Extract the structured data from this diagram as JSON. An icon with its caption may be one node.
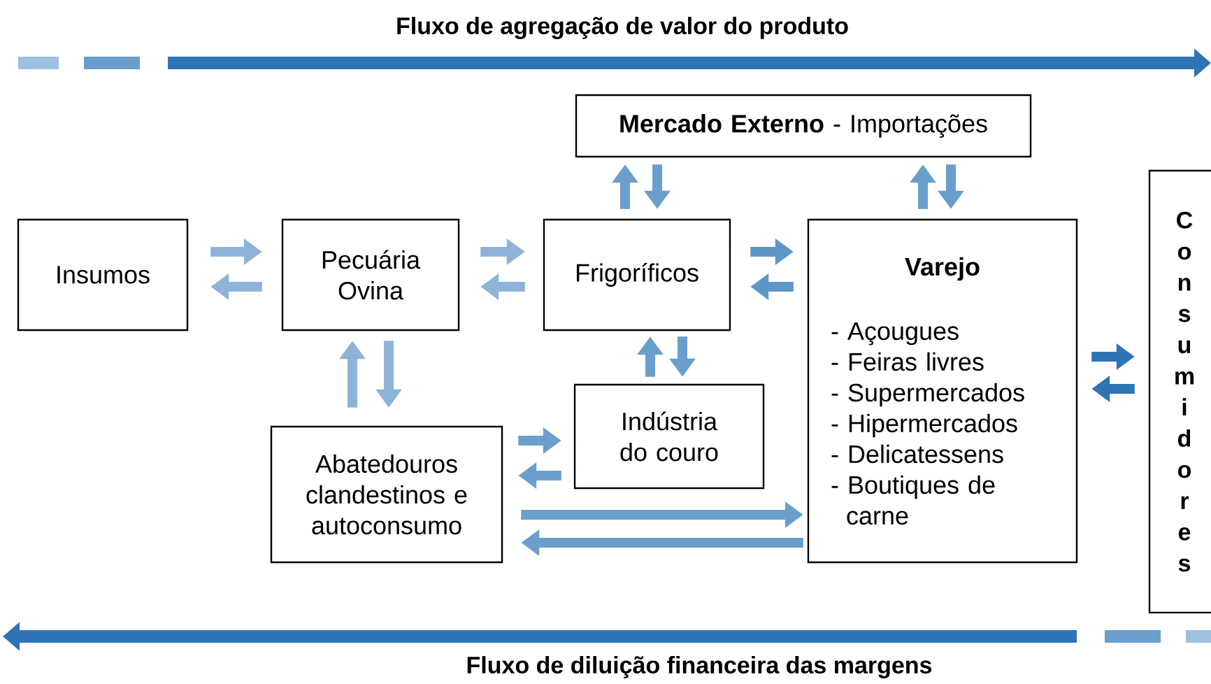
{
  "diagram": {
    "nodes": [
      {
        "text": [
          "**Mercado Externo** - Importações"
        ]
      },
      {
        "text": [
          "Insumos"
        ]
      },
      {
        "text": [
          "Pecuária Ovina"
        ]
      },
      {
        "text": [
          "Frigoríficos"
        ]
      },
      {
        "text": [
          "Varejo",
          "- Açougues",
          "- Feiras livres",
          "- Supermercados",
          "- Hipermercados",
          "- Delicatessens",
          "- Boutiques de carne"
        ]
      },
      {
        "text": [
          "Indústria do couro"
        ]
      },
      {
        "text": [
          "Abatedouros clandestinos e autoconsumo"
        ]
      },
      {
        "text": [
          "Consumidores"
        ]
      }
    ],
    "edges": [
      {
        "from": 1,
        "to": 2,
        "arrow": "to",
        "color": "#8db4d8"
      },
      {
        "from": 2,
        "to": 1,
        "arrow": "to",
        "color": "#8db4d8"
      },
      {
        "from": 2,
        "to": 3,
        "arrow": "to",
        "color": "#8db4d8"
      },
      {
        "from": 3,
        "to": 2,
        "arrow": "to",
        "color": "#8db4d8"
      },
      {
        "from": 3,
        "to": 4,
        "arrow": "to",
        "color": "#5e96c8"
      },
      {
        "from": 4,
        "to": 3,
        "arrow": "to",
        "color": "#5e96c8"
      },
      {
        "from": 2,
        "to": 6,
        "arrow": "to",
        "color": "#8db4d8"
      },
      {
        "from": 6,
        "to": 2,
        "arrow": "to",
        "color": "#8db4d8"
      },
      {
        "from": 3,
        "to": 0,
        "arrow": "to",
        "color": "#6a9fcb"
      },
      {
        "from": 0,
        "to": 3,
        "arrow": "to",
        "color": "#6a9fcb"
      },
      {
        "from": 4,
        "to": 0,
        "arrow": "to",
        "color": "#6a9fcb"
      },
      {
        "from": 0,
        "to": 4,
        "arrow": "to",
        "color": "#6a9fcb"
      },
      {
        "from": 5,
        "to": 3,
        "arrow": "to",
        "color": "#6a9fcb"
      },
      {
        "from": 3,
        "to": 5,
        "arrow": "to",
        "color": "#6a9fcb"
      },
      {
        "from": 6,
        "to": 5,
        "arrow": "to",
        "color": "#6a9fcb"
      },
      {
        "from": 5,
        "to": 6,
        "arrow": "to",
        "color": "#6a9fcb"
      },
      {
        "from": 6,
        "to": 4,
        "arrow": "to",
        "color": "#6a9fcb"
      },
      {
        "from": 4,
        "to": 6,
        "arrow": "to",
        "color": "#6a9fcb"
      },
      {
        "from": 4,
        "to": 7,
        "arrow": "to",
        "color": "#2e75b6"
      },
      {
        "from": 7,
        "to": 4,
        "arrow": "to",
        "color": "#2e75b6"
      }
    ],
    "labels": [
      "Fluxo de agregação de valor do produto",
      "Fluxo de diluição financeira das margens"
    ]
  }
}
